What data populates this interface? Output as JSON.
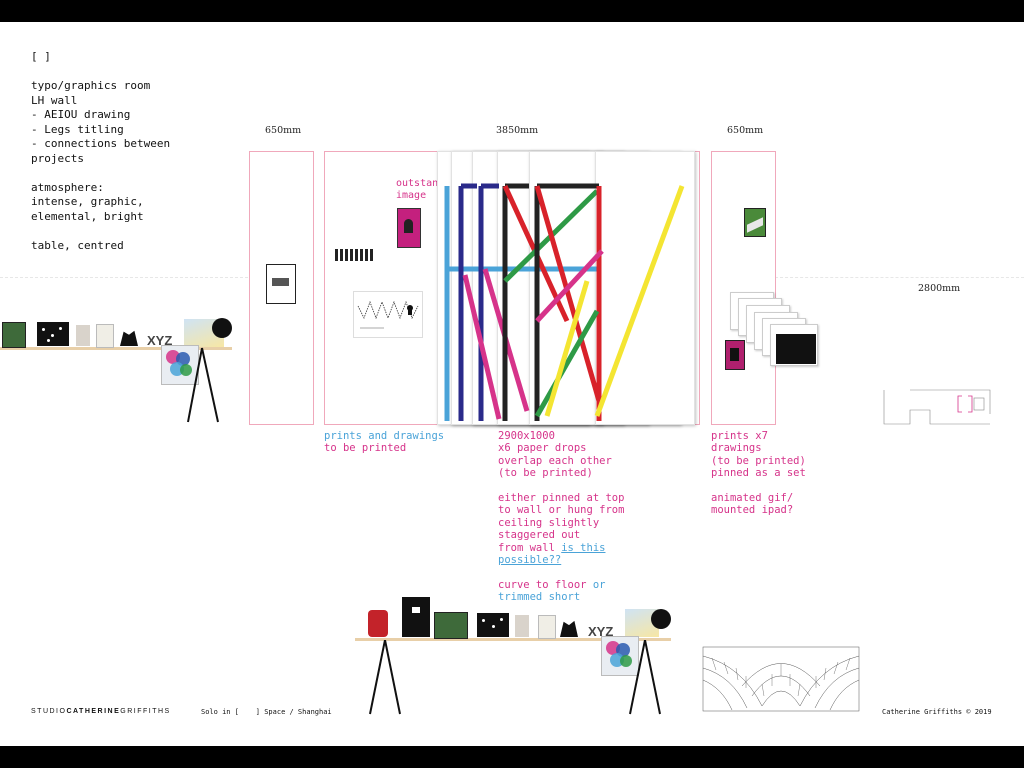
{
  "header": {
    "bracket": "[  ]"
  },
  "notes": [
    "typo/graphics room",
    "LH wall",
    "- AEIOU drawing",
    "- Legs titling",
    "- connections between",
    "projects",
    "",
    "atmosphere:",
    "intense, graphic,",
    "elemental, bright",
    "",
    "table, centred"
  ],
  "dimensions": {
    "left_width": "650mm",
    "center_width": "3850mm",
    "right_width": "650mm",
    "height": "2800mm"
  },
  "center_panel": {
    "outstanding_image_label": "outstanding\nimage"
  },
  "captions": {
    "left": {
      "line1": "prints and drawings",
      "line2": "to be printed"
    },
    "center": {
      "block1": [
        "2900x1000",
        "x6 paper drops",
        "overlap each other",
        "(to be printed)"
      ],
      "block2": [
        "either pinned at top",
        "to wall or hung from",
        "ceiling slightly",
        "staggered out"
      ],
      "block2_last_prefix": "from wall ",
      "block2_link1": "is this",
      "block2_link2": "possible??",
      "curve_prefix": "curve to floor",
      "curve_or": " or",
      "curve_line2": "trimmed short"
    },
    "right": {
      "block1": [
        "prints x7",
        "drawings",
        "(to be printed)",
        "pinned as a set"
      ],
      "block2": [
        "animated gif/",
        "mounted ipad?"
      ]
    }
  },
  "shelf_labels": {
    "xyz": "XYZ"
  },
  "footer": {
    "studio_light": "STUDIO",
    "studio_bold": "CATHERINE",
    "studio_tail": "GRIFFITHS",
    "show": "Solo in [    ] Space / Shanghai",
    "copyright": "Catherine Griffiths © 2019"
  },
  "colors": {
    "pink": "#d6338a",
    "blue": "#4aa3d8",
    "navy": "#2a2a8a",
    "red": "#d8222a",
    "green": "#2e9a46",
    "yellow": "#f4e532",
    "panel_border": "#f0a8bb"
  }
}
